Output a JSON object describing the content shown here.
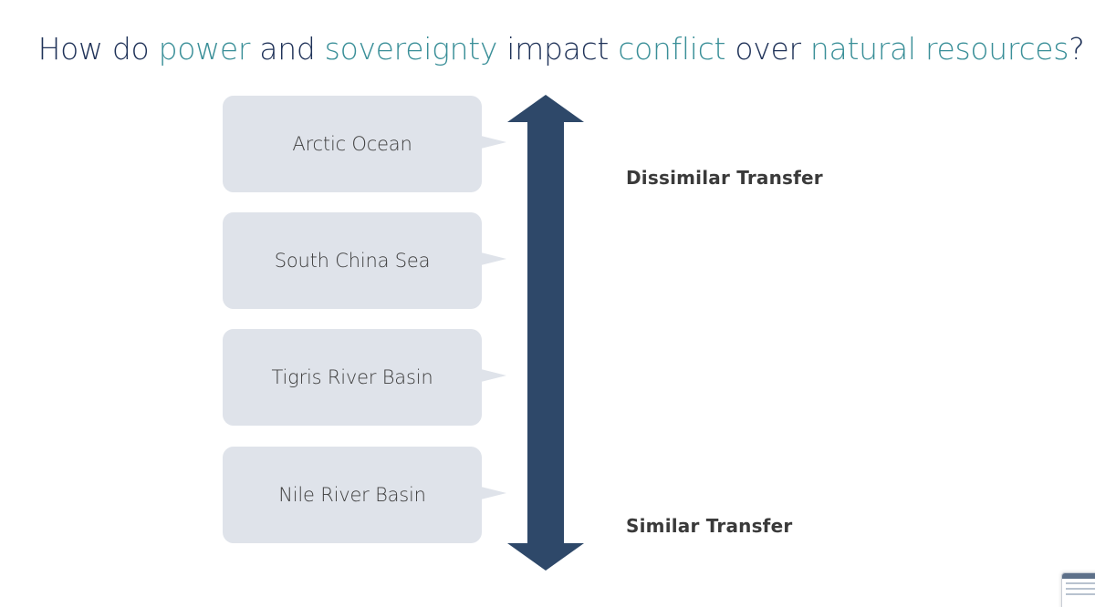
{
  "title": {
    "parts": [
      {
        "text": "How do ",
        "highlight": false
      },
      {
        "text": "power",
        "highlight": true
      },
      {
        "text": " and ",
        "highlight": false
      },
      {
        "text": "sovereignty",
        "highlight": true
      },
      {
        "text": " impact ",
        "highlight": false
      },
      {
        "text": "conflict",
        "highlight": true
      },
      {
        "text": " over ",
        "highlight": false
      },
      {
        "text": "natural resources",
        "highlight": true
      },
      {
        "text": "?",
        "highlight": false
      }
    ]
  },
  "cases": [
    {
      "label": "Arctic Ocean"
    },
    {
      "label": "South China Sea"
    },
    {
      "label": "Tigris River Basin"
    },
    {
      "label": "Nile River Basin"
    }
  ],
  "scale": {
    "top_label": "Dissimilar Transfer",
    "bottom_label": "Similar Transfer"
  },
  "colors": {
    "title_dark": "#1f3258",
    "title_highlight": "#3a8f98",
    "bubble_fill": "#dfe3ea",
    "arrow_fill": "#2e4869",
    "label_text": "#3a3a3a"
  },
  "icons": {
    "scale_arrow": "double-headed-vertical-arrow",
    "thumbnail": "slide-thumbnail-icon"
  }
}
